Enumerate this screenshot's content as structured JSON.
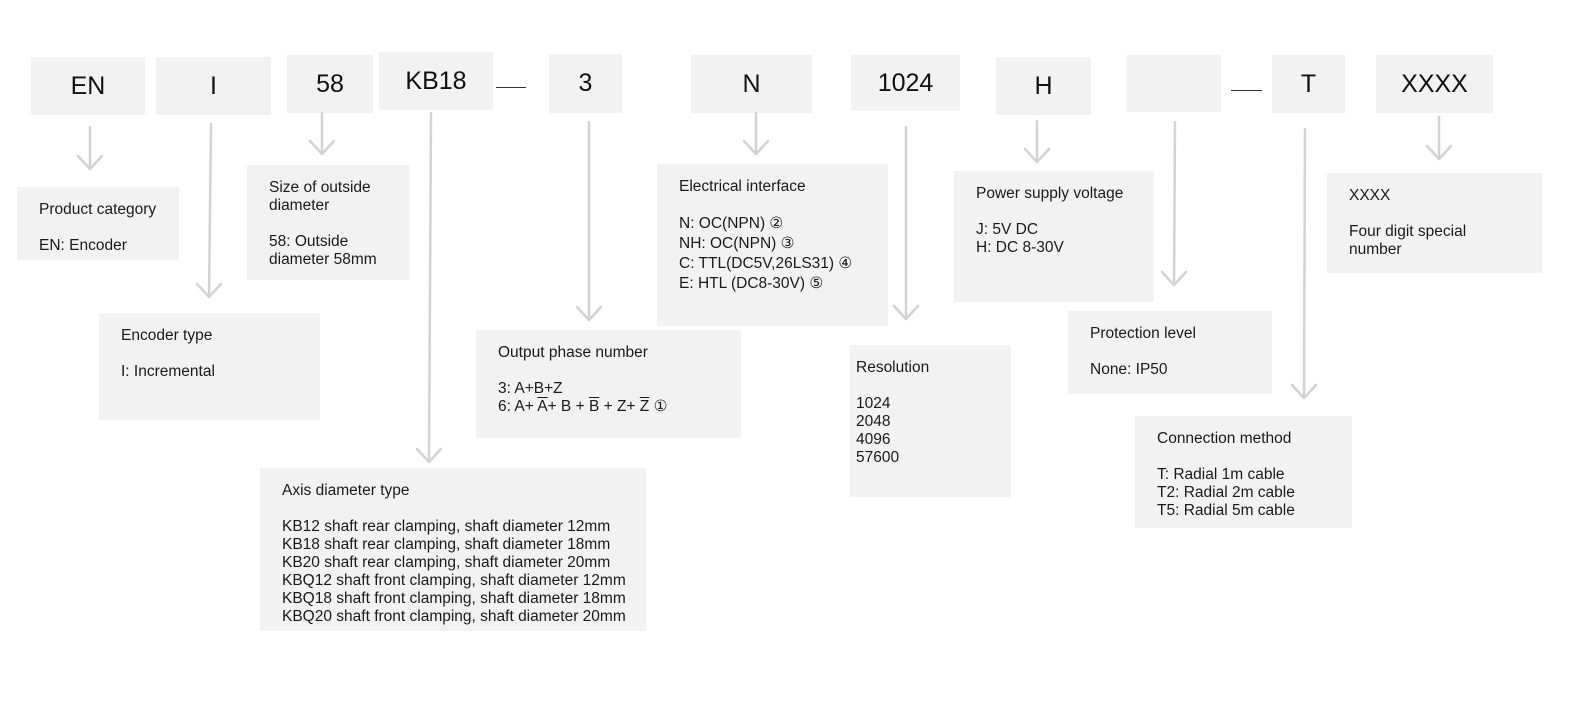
{
  "codes": {
    "en": "EN",
    "i": "I",
    "size": "58",
    "kb": "KB18",
    "phase": "3",
    "interface": "N",
    "resolution": "1024",
    "voltage": "H",
    "protection": "",
    "connection": "T",
    "special": "XXXX"
  },
  "boxes": {
    "product_category": {
      "title": "Product category",
      "lines": [
        "EN: Encoder"
      ]
    },
    "encoder_type": {
      "title": "Encoder type",
      "lines": [
        "I: Incremental"
      ]
    },
    "outside_diameter": {
      "title": "Size of outside diameter",
      "lines": [
        "58: Outside diameter 58mm"
      ]
    },
    "axis_diameter": {
      "title": "Axis diameter type",
      "lines": [
        "KB12 shaft rear clamping, shaft diameter 12mm",
        "KB18 shaft rear clamping, shaft diameter 18mm",
        "KB20 shaft rear clamping, shaft diameter 20mm",
        "KBQ12 shaft front clamping, shaft diameter 12mm",
        "KBQ18 shaft front clamping, shaft diameter 18mm",
        "KBQ20 shaft front clamping, shaft diameter 20mm"
      ]
    },
    "output_phase": {
      "title": "Output phase number",
      "line1": "3: A+B+Z",
      "line2": {
        "prefix": "6: A+ ",
        "a_bar": "A",
        "mid1": "+ B + ",
        "b_bar": "B",
        "mid2": " + Z+ ",
        "z_bar": "Z",
        "note": " ①"
      }
    },
    "electrical_interface": {
      "title": "Electrical interface",
      "lines": [
        "N: OC(NPN) ②",
        "NH: OC(NPN) ③",
        "C: TTL(DC5V,26LS31) ④",
        "E: HTL (DC8-30V) ⑤"
      ]
    },
    "resolution": {
      "title": "Resolution",
      "lines": [
        "1024",
        "2048",
        "4096",
        "57600"
      ]
    },
    "power_supply": {
      "title": "Power supply voltage",
      "lines": [
        "J: 5V DC",
        "H: DC 8-30V"
      ]
    },
    "protection_level": {
      "title": "Protection level",
      "lines": [
        "None: IP50"
      ]
    },
    "connection_method": {
      "title": "Connection method",
      "lines": [
        "T: Radial 1m cable",
        "T2: Radial 2m cable",
        "T5: Radial 5m cable"
      ]
    },
    "special_number": {
      "title": "XXXX",
      "lines": [
        "Four digit special number"
      ]
    }
  }
}
